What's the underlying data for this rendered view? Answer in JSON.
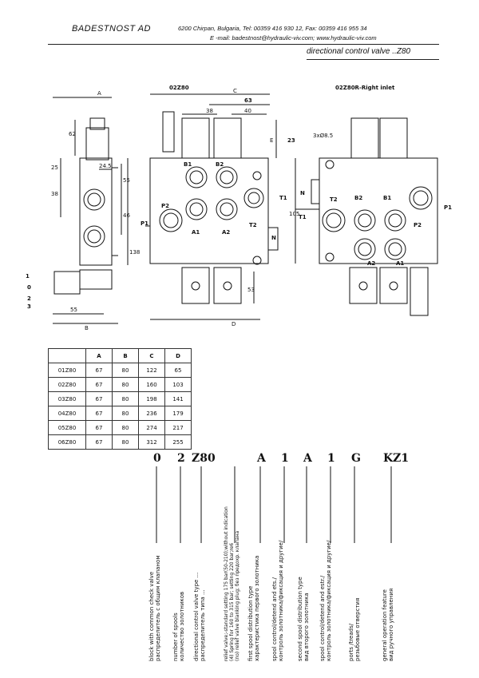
{
  "header": {
    "company": "BADESTNOST AD",
    "address": "6200 Chirpan, Bulgaria, Tel: 00359 416 930 12, Fax: 00359 416 955 34",
    "email": "E -mail: badestnost@hydraulic-viv.com; www.hydraulic-viv.com",
    "doc_title": "directional control valve ..Z80"
  },
  "views": {
    "center_title": "02Z80",
    "right_title": "02Z80R-Right inlet"
  },
  "dimensions": {
    "A": "A",
    "B": "B",
    "C": "C",
    "D": "D",
    "d62": "62",
    "d25": "25",
    "d24_5": "24.5",
    "d38a": "38",
    "d55a": "55",
    "d46": "46",
    "d138": "138",
    "d55b": "55",
    "d38b": "38",
    "d40": "40",
    "d63": "63",
    "dE": "E",
    "d23": "23",
    "d105": "105",
    "d53": "53",
    "d3x": "3xØ8.5"
  },
  "ports": {
    "B1": "B1",
    "B2": "B2",
    "A1": "A1",
    "A2": "A2",
    "P1": "P1",
    "P2": "P2",
    "T1": "T1",
    "T2": "T2",
    "N": "N"
  },
  "side_labels": [
    "1",
    "0",
    "2",
    "3"
  ],
  "table": {
    "headers": [
      "",
      "A",
      "B",
      "C",
      "D"
    ],
    "rows": [
      [
        "01Z80",
        "67",
        "80",
        "122",
        "65"
      ],
      [
        "02Z80",
        "67",
        "80",
        "160",
        "103"
      ],
      [
        "03Z80",
        "67",
        "80",
        "198",
        "141"
      ],
      [
        "04Z80",
        "67",
        "80",
        "236",
        "179"
      ],
      [
        "05Z80",
        "67",
        "80",
        "274",
        "217"
      ],
      [
        "06Z80",
        "67",
        "80",
        "312",
        "255"
      ]
    ]
  },
  "order_code": {
    "c0": "0",
    "c1": "2",
    "c2": "Z80",
    "c3": "A",
    "c4": "1",
    "c5": "A",
    "c6": "1",
    "c7": "G",
    "c8": "KZ1"
  },
  "descriptions": {
    "d0a": "block with common check valve",
    "d0b": "распределитель с общим клапаном",
    "d1a": "number of spools",
    "d1b": "количество золотников",
    "d2a": "directional control valve type ...",
    "d2b": "распределитель типа ...",
    "d3a": "relief valve;-standard setting 175 bar(50-210);without indication",
    "d3b": "(4) Spring for 160 to 315 bar; setting 220 bar;re6",
    "d3c": "(по) relief valve blanking plug; без предохр. клапана",
    "d4a": "first spool distribution type",
    "d4b": "характеристика первого золотника",
    "d5a": "spool control/detend and ets./",
    "d5b": "контроль золотника/фиксация и другие/",
    "d6a": "second spool distribution type",
    "d6b": "вид второго золотника",
    "d7a": "spool control/detend and estr./",
    "d7b": "контроль золотника/фиксация и другие/",
    "d8a": "ports /treads/",
    "d8b": "резьбовые отверстия",
    "d9a": "general operation feature",
    "d9b": "вид ручного управления"
  }
}
